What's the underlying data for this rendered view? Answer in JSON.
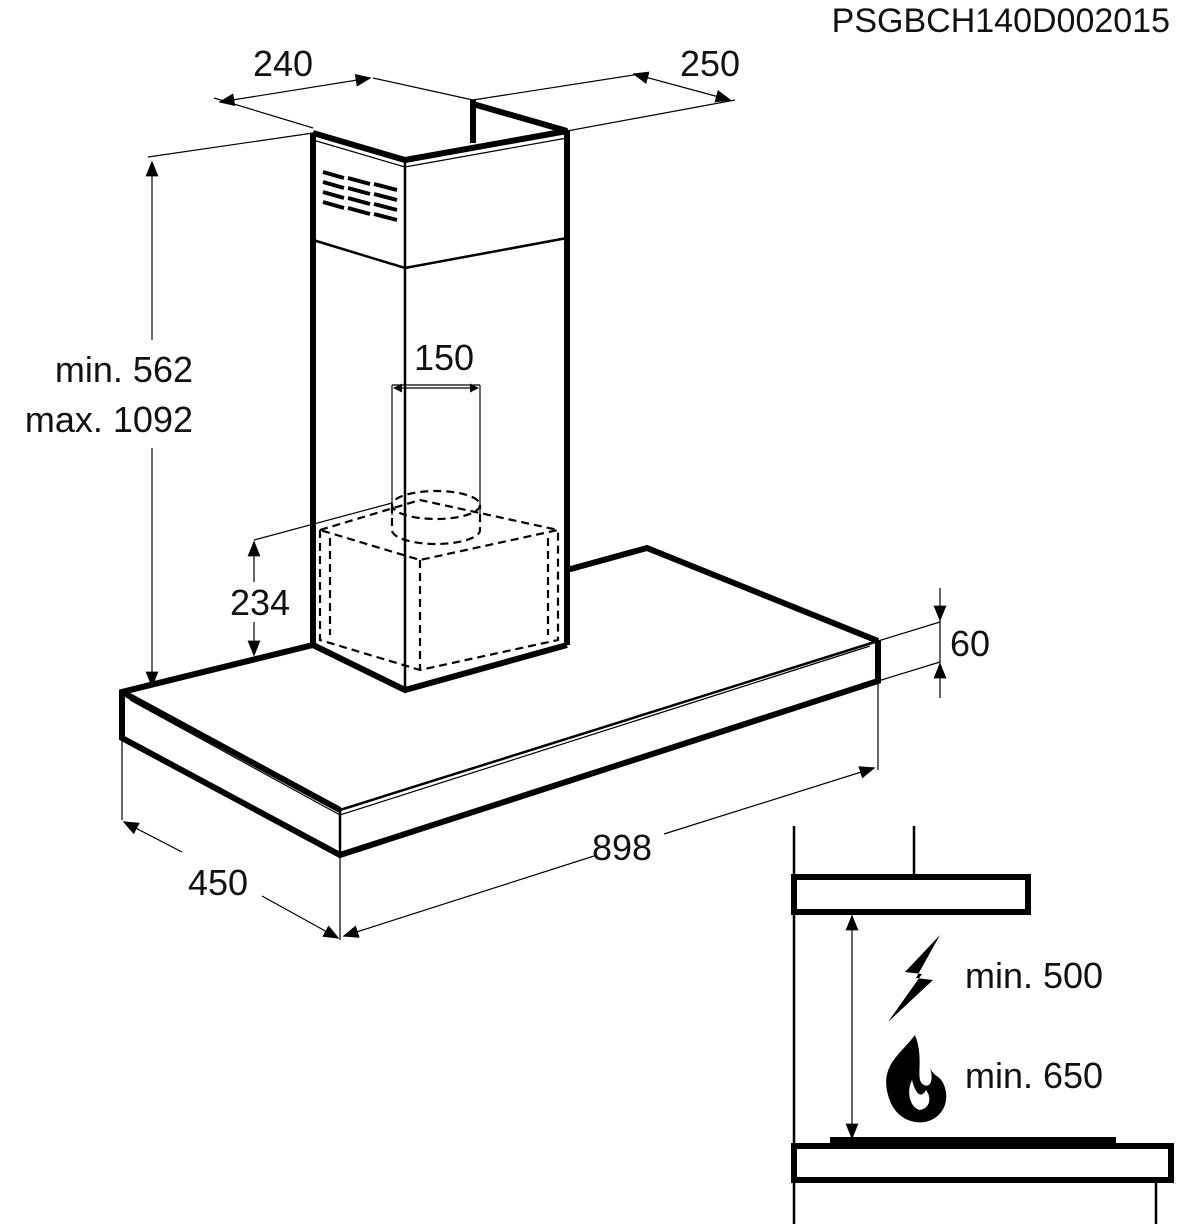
{
  "drawing_code": "PSGBCH140D002015",
  "dimensions": {
    "chimney_width": "240",
    "chimney_depth": "250",
    "chimney_height_min": "min. 562",
    "chimney_height_max": "max. 1092",
    "outlet_diameter": "150",
    "motor_height": "234",
    "canopy_thickness": "60",
    "canopy_width": "898",
    "canopy_depth": "450"
  },
  "installation": {
    "electric_hob_distance": "min. 500",
    "gas_hob_distance": "min. 650"
  },
  "icons": [
    "lightning-bolt-icon",
    "flame-icon"
  ],
  "colors": {
    "line": "#000000",
    "background": "#ffffff"
  }
}
